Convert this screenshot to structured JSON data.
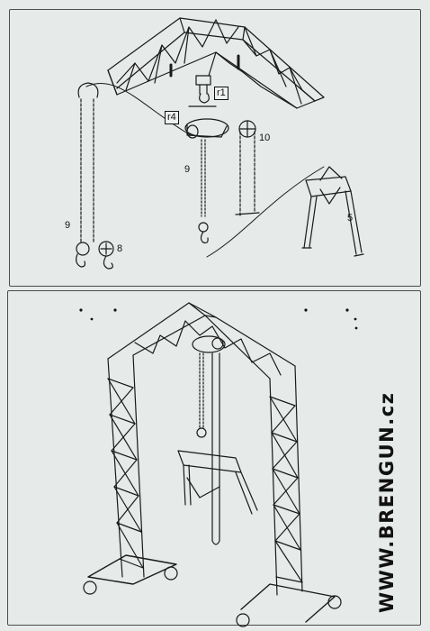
{
  "labels": {
    "r1": "r1",
    "r4": "r4",
    "n10": "10",
    "n9a": "9",
    "n9b": "9",
    "n8": "8",
    "n5": "5"
  },
  "brand": "WWW.BRENGUN.cz",
  "colors": {
    "paper": "#e6eae8",
    "ink": "#111111"
  }
}
